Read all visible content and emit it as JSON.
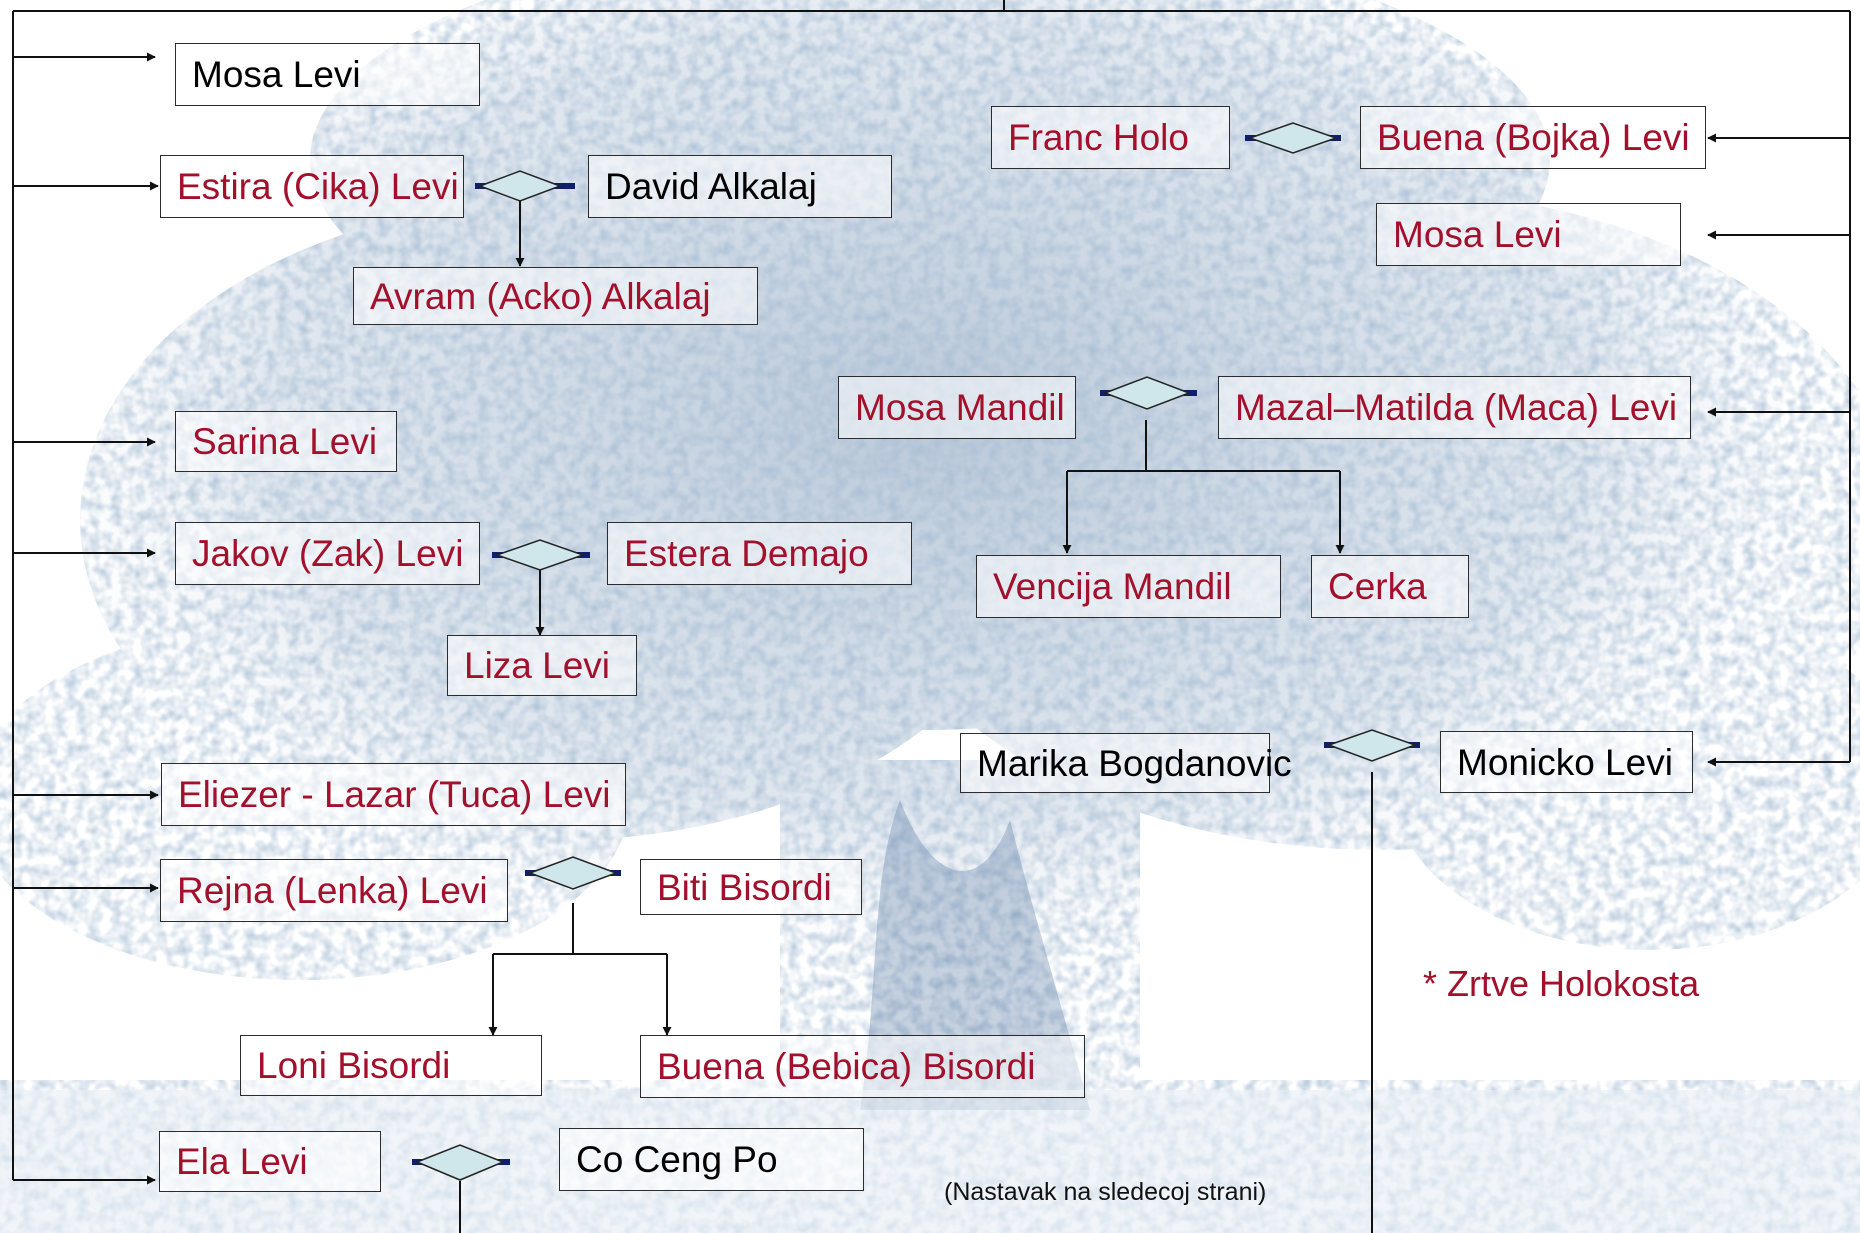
{
  "colors": {
    "victim_text": "#a3102c",
    "survivor_text": "#000000",
    "line": "#111111",
    "marriage_bar": "#0f1f6b",
    "marriage_diamond": "#cfe6ea",
    "tree_tint": "#5f7fa6"
  },
  "persons": {
    "mosa_levi_top": {
      "name": "Mosa Levi"
    },
    "estira_levi": {
      "name": "Estira (Cika) Levi"
    },
    "david_alkalaj": {
      "name": "David Alkalaj"
    },
    "avram_alkalaj": {
      "name": "Avram (Acko) Alkalaj"
    },
    "sarina_levi": {
      "name": "Sarina  Levi"
    },
    "jakov_levi": {
      "name": "Jakov (Zak) Levi"
    },
    "estera_demajo": {
      "name": "Estera Demajo"
    },
    "liza_levi": {
      "name": "Liza Levi"
    },
    "eliezer_levi": {
      "name": "Eliezer - Lazar (Tuca) Levi"
    },
    "rejna_levi": {
      "name": "Rejna (Lenka) Levi"
    },
    "biti_bisordi": {
      "name": "Biti Bisordi"
    },
    "loni_bisordi": {
      "name": "Loni Bisordi"
    },
    "buena_bisordi": {
      "name": "Buena (Bebica) Bisordi"
    },
    "ela_levi": {
      "name": "Ela  Levi"
    },
    "co_ceng_po": {
      "name": "Co Ceng Po"
    },
    "franc_holo": {
      "name": "Franc Holo"
    },
    "buena_levi": {
      "name": "Buena (Bojka) Levi"
    },
    "mosa_levi_right": {
      "name": "Mosa Levi"
    },
    "mosa_mandil": {
      "name": "Mosa Mandil"
    },
    "mazal_levi": {
      "name": "Mazal–Matilda (Maca) Levi"
    },
    "vencija_mandil": {
      "name": "Vencija Mandil"
    },
    "cerka": {
      "name": "Cerka"
    },
    "marika_bogdanovic": {
      "name": "Marika Bogdanovic"
    },
    "monicko_levi": {
      "name": "Monicko Levi"
    }
  },
  "legend": {
    "note": "* Zrtve Holokosta"
  },
  "footer": {
    "continued": "(Nastavak na sledecoj strani)"
  }
}
